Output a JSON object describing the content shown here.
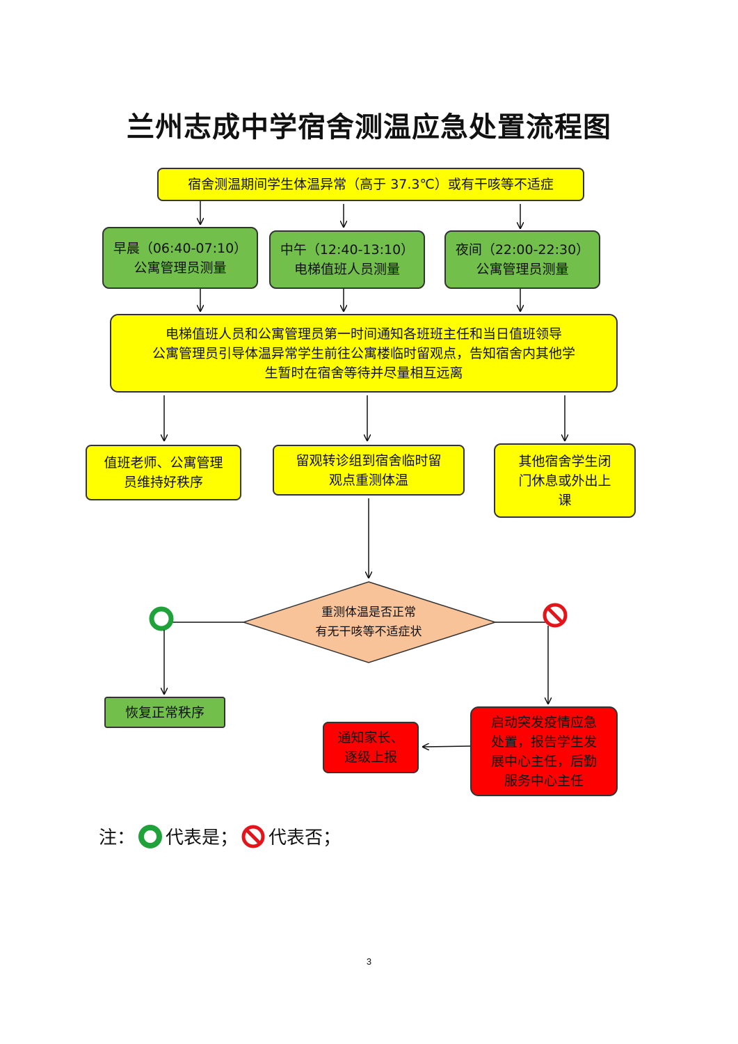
{
  "title": "兰州志成中学宿舍测温应急处置流程图",
  "start": "宿舍测温期间学生体温异常（高于 37.3℃）或有干咳等不适症",
  "shifts": [
    {
      "time": "早晨（06:40-07:10）",
      "who": "公寓管理员测量"
    },
    {
      "time": "中午（12:40-13:10）",
      "who": "电梯值班人员测量"
    },
    {
      "time": "夜间（22:00-22:30）",
      "who": "公寓管理员测量"
    }
  ],
  "notify": "电梯值班人员和公寓管理员第一时间通知各班班主任和当日值班领导\n公寓管理员引导体温异常学生前往公寓楼临时留观点，告知宿舍内其他学\n生暂时在宿舍等待并尽量相互远离",
  "branches": {
    "order": "值班老师、公寓管理\n员维持好秩序",
    "retest": "留观转诊组到宿舍临时留\n观点重测体温",
    "others": "其他宿舍学生闭\n门休息或外出上\n课"
  },
  "decision": "重测体温是否正常\n有无干咳等不适症状",
  "yes_result": "恢复正常秩序",
  "no_result": "启动突发疫情应急\n处置，报告学生发\n展中心主任，后勤\n服务中心主任",
  "report": "通知家长、\n逐级上报",
  "legend": {
    "prefix": "注：",
    "yes_text": "代表是；",
    "no_text": "代表否；"
  },
  "page_number": "3",
  "colors": {
    "yellow": "#ffff00",
    "green": "#72bf4b",
    "red": "#ff0000",
    "diamond": "#f9c39a",
    "yes_symbol": "#1fa23a",
    "no_symbol": "#e3151a"
  },
  "icons": {
    "yes": "green-circle-icon",
    "no": "prohibited-icon"
  }
}
